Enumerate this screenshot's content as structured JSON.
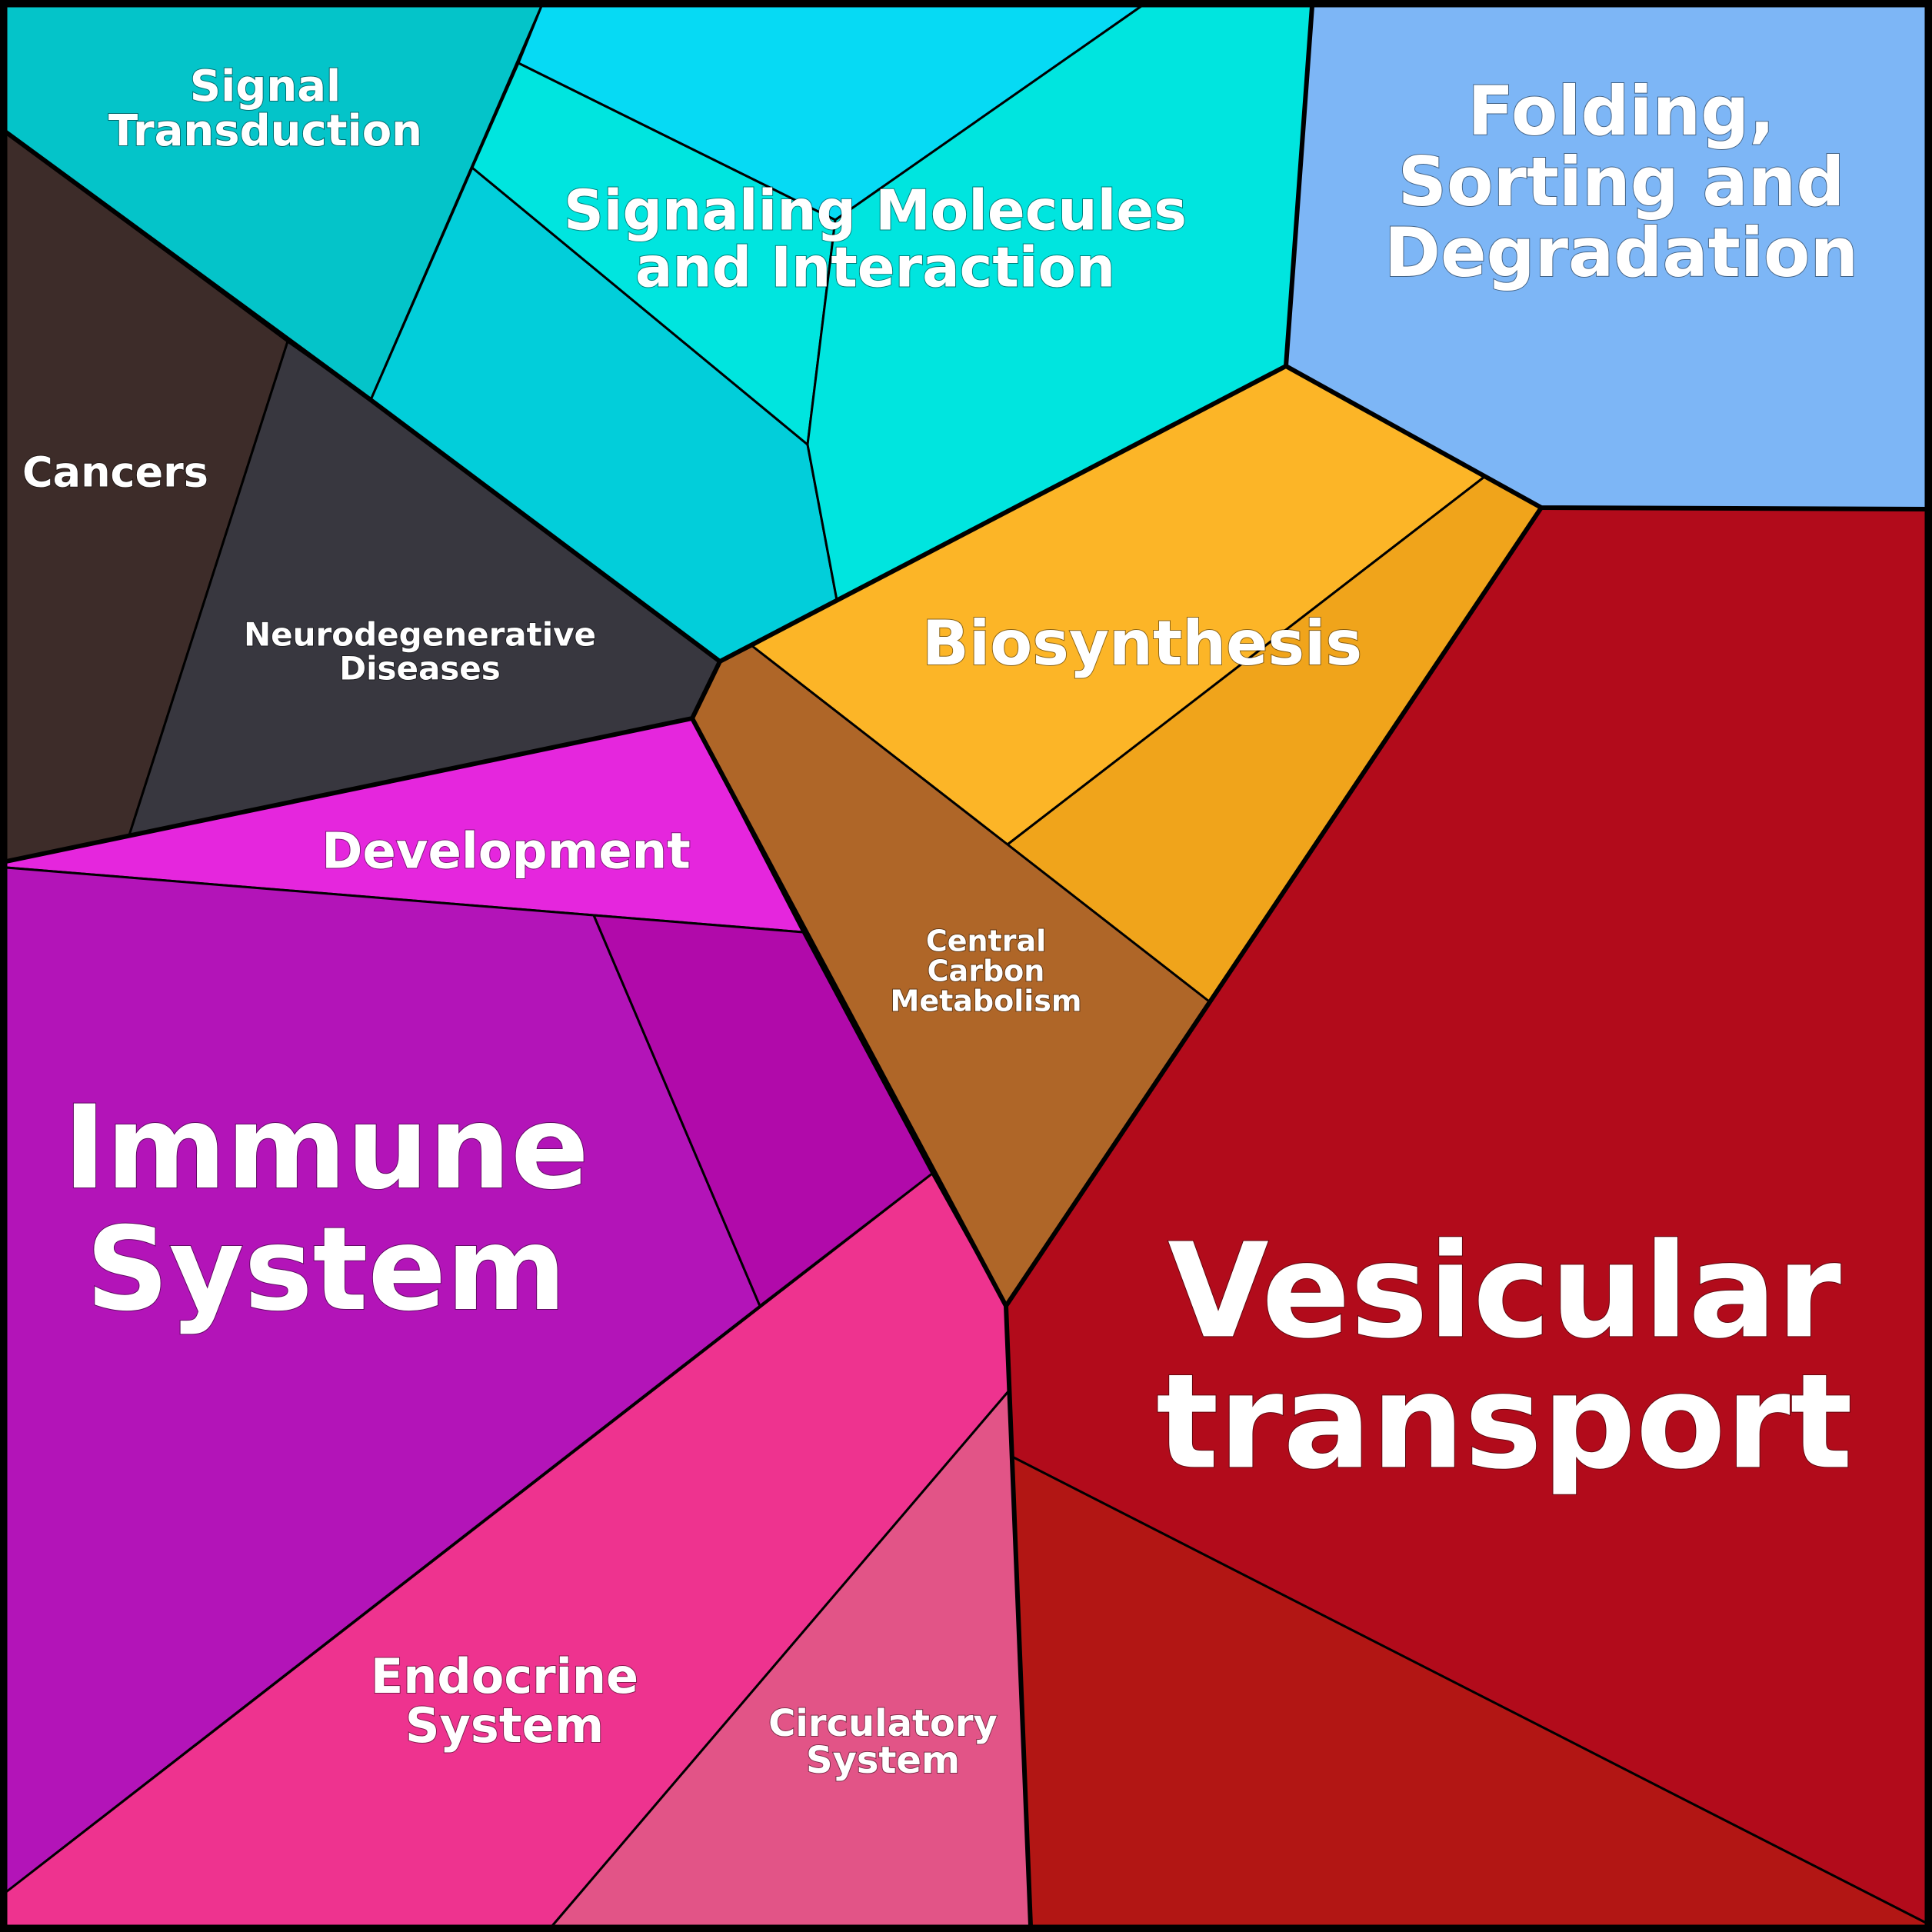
{
  "diagram": {
    "type": "voronoi-treemap",
    "regions": [
      {
        "id": "signal-transduction",
        "label": [
          "Signal",
          "Transduction"
        ],
        "color": "#04c4c9"
      },
      {
        "id": "signaling-molecules",
        "label": [
          "Signaling Molecules",
          "and Interaction"
        ],
        "color": "#00e6dc",
        "sub_colors": [
          "#06daf4",
          "#02ceda",
          "#00e5df"
        ]
      },
      {
        "id": "folding-sorting",
        "label": [
          "Folding,",
          "Sorting and",
          "Degradation"
        ],
        "color": "#7db6f6"
      },
      {
        "id": "cancers",
        "label": [
          "Cancers"
        ],
        "color": "#3d2c29"
      },
      {
        "id": "neurodegenerative",
        "label": [
          "Neurodegenerative",
          "Diseases"
        ],
        "color": "#38373f"
      },
      {
        "id": "biosynthesis",
        "label": [
          "Biosynthesis"
        ],
        "color": "#fcb527",
        "sub_colors": [
          "#f0a41b"
        ]
      },
      {
        "id": "central-carbon",
        "label": [
          "Central",
          "Carbon",
          "Metabolism"
        ],
        "color": "#af6628"
      },
      {
        "id": "development",
        "label": [
          "Development"
        ],
        "color": "#e526dd"
      },
      {
        "id": "immune-system",
        "label": [
          "Immune",
          "System"
        ],
        "color": "#b314b8",
        "sub_colors": [
          "#b10aaa"
        ]
      },
      {
        "id": "endocrine-system",
        "label": [
          "Endocrine",
          "System"
        ],
        "color": "#ee338f"
      },
      {
        "id": "circulatory-system",
        "label": [
          "Circulatory",
          "System"
        ],
        "color": "#e25487"
      },
      {
        "id": "vesicular-transport",
        "label": [
          "Vesicular",
          "transport"
        ],
        "color": "#b20b1b",
        "sub_colors": [
          "#b21614"
        ]
      }
    ]
  }
}
